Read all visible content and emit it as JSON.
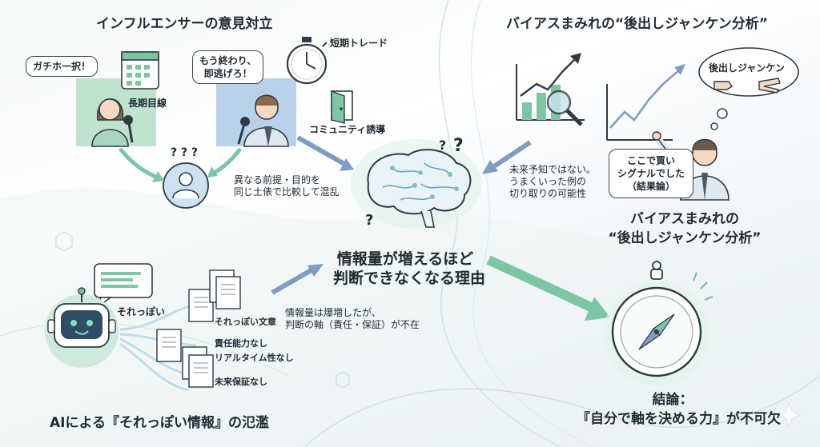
{
  "sections": {
    "influencer_title": "インフルエンサーの意見対立",
    "bias_title": "バイアスまみれの“後出しジャンケン分析”",
    "ai_title": "AIによる『それっぽい情報』の氾濫"
  },
  "influencer": {
    "bubble_left": "ガチホ一択！",
    "bubble_right_line1": "もう終わり、",
    "bubble_right_line2": "即逃げろ！",
    "label_long_term": "長期目線",
    "label_short_trade": "短期トレード",
    "label_community": "コミュニティ誘導",
    "question_marks": "? ? ?",
    "confusion_line1": "異なる前提・目的を",
    "confusion_line2": "同じ土俵で比較して混乱"
  },
  "center": {
    "title_line1": "情報量が増えるほど",
    "title_line2": "判断できなくなる理由",
    "q1": "?",
    "q2": "?",
    "q3": "?"
  },
  "bias": {
    "thought_bubble": "後出しジャンケン",
    "speech_line1": "ここで買い",
    "speech_line2": "シグナルでした",
    "speech_line3": "（結果論）",
    "note_line1": "未来予知ではない。",
    "note_line2": "うまくいった例の",
    "note_line3": "切り取りの可能性",
    "subtitle_line1": "バイアスまみれの",
    "subtitle_line2": "“後出しジャンケン分析”"
  },
  "ai": {
    "bubble_label": "それっぽい",
    "doc_label": "それっぽい文章",
    "no_responsibility": "責任能力なし",
    "no_realtime": "リアルタイム性なし",
    "no_future_guarantee": "未来保証なし",
    "note_line1": "情報量は爆増したが、",
    "note_line2": "判断の軸（責任・保証）が不在"
  },
  "conclusion": {
    "line1": "結論：",
    "line2": "『自分で軸を決める力』が不可欠"
  },
  "colors": {
    "accent_green": "#7cc6a4",
    "arrow_blue": "#7f9cc4",
    "panel_green": "#bfe3cf",
    "panel_blue": "#b9d2ea",
    "dark": "#2e3a44"
  }
}
